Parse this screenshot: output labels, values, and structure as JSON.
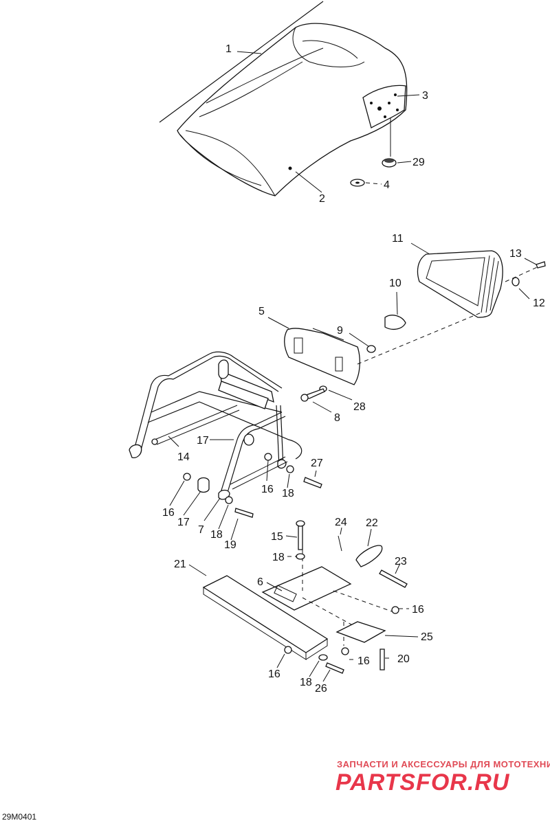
{
  "diagram_code": "29M0401",
  "watermark": {
    "tagline": "ЗАПЧАСТИ И АКСЕССУАРЫ ДЛЯ МОТОТЕХНИКИ",
    "brand": "PARTSFOR.RU"
  },
  "callouts": [
    "1",
    "2",
    "3",
    "29",
    "4",
    "11",
    "13",
    "10",
    "12",
    "5",
    "9",
    "28",
    "8",
    "17",
    "14",
    "27",
    "16",
    "18",
    "16",
    "17",
    "7",
    "18",
    "19",
    "24",
    "22",
    "15",
    "18",
    "23",
    "21",
    "6",
    "16",
    "25",
    "16",
    "20",
    "16",
    "18",
    "26"
  ]
}
